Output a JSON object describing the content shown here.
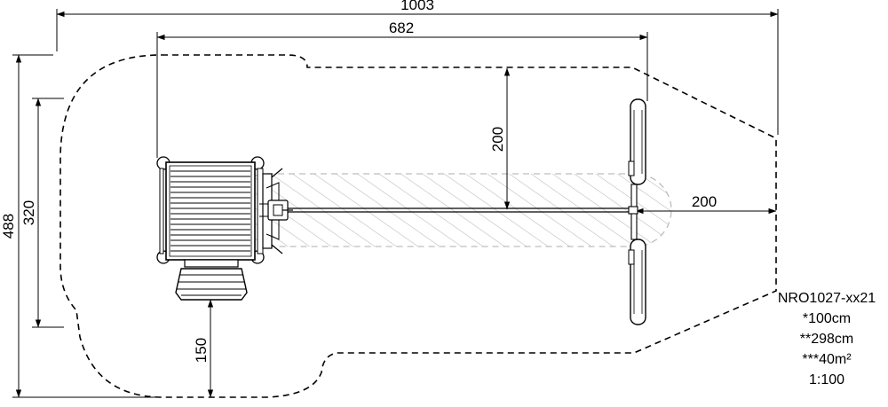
{
  "dimensions": {
    "total_width": "1003",
    "inner_width": "682",
    "total_height": "488",
    "inner_height": "320",
    "clearance_top": "200",
    "clearance_right": "200",
    "clearance_bottom": "150"
  },
  "info_block": {
    "product_code": "NRO1027-xx21",
    "fall_height": "*100cm",
    "length": "**298cm",
    "area": "***40m²",
    "scale": "1:100"
  },
  "colors": {
    "line": "#000000",
    "hatch": "#bdbdbd",
    "background": "#ffffff"
  }
}
